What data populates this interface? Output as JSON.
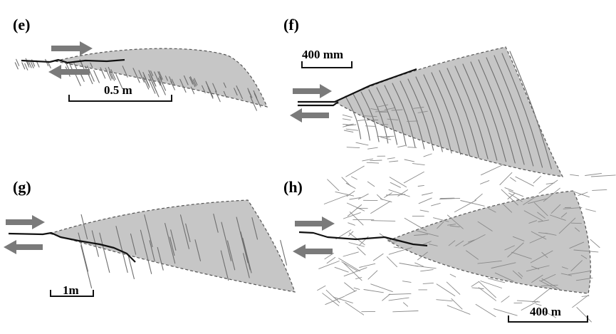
{
  "panels": [
    {
      "id": "e",
      "letter": "(e)",
      "scale_label": "0.5 m"
    },
    {
      "id": "f",
      "letter": "(f)",
      "scale_label": "400 mm"
    },
    {
      "id": "g",
      "letter": "(g)",
      "scale_label": "1m"
    },
    {
      "id": "h",
      "letter": "(h)",
      "scale_label": "400 m"
    }
  ],
  "colors": {
    "damage_zone_fill": "#c6c6c6",
    "zone_outline": "#555555",
    "fractures": "#6e6e6e",
    "main_fault": "#111111",
    "slip_arrows": "#7a7a7a"
  }
}
